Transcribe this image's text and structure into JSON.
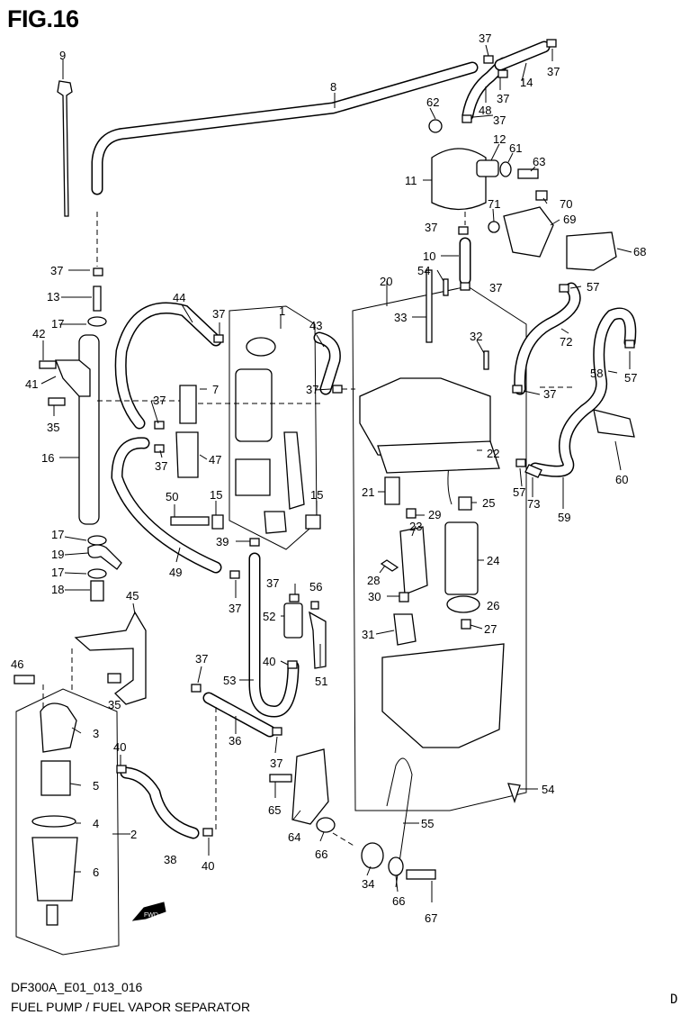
{
  "figure_title": "FIG.16",
  "footer": {
    "code": "DF300A_E01_013_016",
    "title": "FUEL PUMP / FUEL VAPOR SEPARATOR",
    "page_letter": "D"
  },
  "direction_marker": "FWD",
  "callouts": [
    "1",
    "2",
    "3",
    "4",
    "5",
    "6",
    "7",
    "8",
    "9",
    "10",
    "11",
    "12",
    "13",
    "14",
    "15",
    "16",
    "17",
    "18",
    "19",
    "20",
    "21",
    "22",
    "23",
    "24",
    "25",
    "26",
    "27",
    "28",
    "29",
    "30",
    "31",
    "32",
    "33",
    "34",
    "35",
    "36",
    "37",
    "38",
    "39",
    "40",
    "41",
    "42",
    "43",
    "44",
    "45",
    "46",
    "47",
    "48",
    "49",
    "50",
    "51",
    "52",
    "53",
    "54",
    "55",
    "56",
    "57",
    "58",
    "59",
    "60",
    "61",
    "62",
    "63",
    "64",
    "65",
    "66",
    "67",
    "68",
    "69",
    "70",
    "71",
    "72",
    "73"
  ]
}
